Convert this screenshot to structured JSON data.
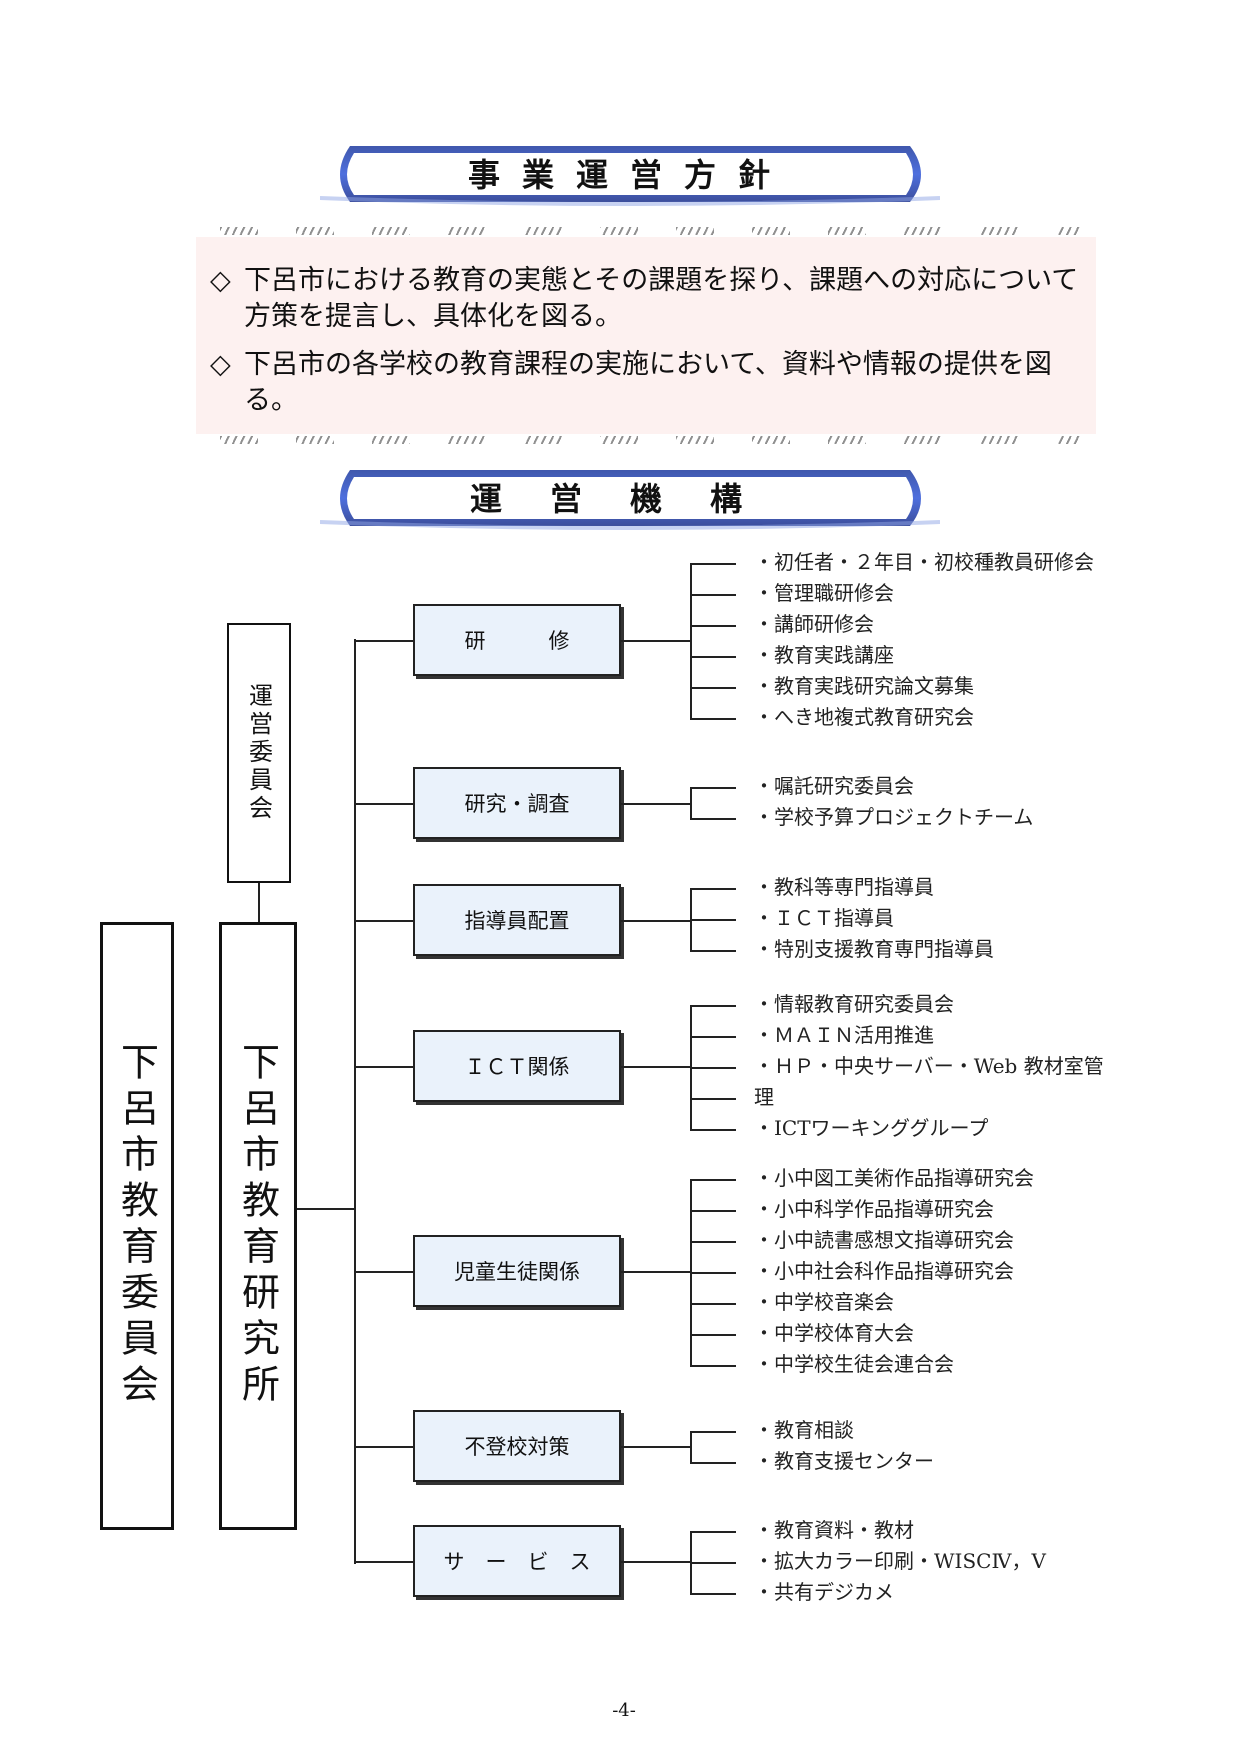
{
  "banners": {
    "policy_title": "事業運営方針",
    "structure_title": "運営機構"
  },
  "policy": {
    "items": [
      {
        "marker": "◇",
        "text": "下呂市における教育の実態とその課題を探り、課題への対応について方策を提言し、具体化を図る。"
      },
      {
        "marker": "◇",
        "text": "下呂市の各学校の教育課程の実施において、資料や情報の提供を図る。"
      }
    ]
  },
  "org": {
    "board": "下呂市教育委員会",
    "institute": "下呂市教育研究所",
    "committee": "運営委員会",
    "categories": [
      {
        "label": "研　　　修",
        "items": [
          "・初任者・２年目・初校種教員研修会",
          "・管理職研修会",
          "・講師研修会",
          "・教育実践講座",
          "・教育実践研究論文募集",
          "・へき地複式教育研究会"
        ]
      },
      {
        "label": "研究・調査",
        "items": [
          "・嘱託研究委員会",
          "・学校予算プロジェクトチーム"
        ]
      },
      {
        "label": "指導員配置",
        "items": [
          "・教科等専門指導員",
          "・ＩＣＴ指導員",
          "・特別支援教育専門指導員"
        ]
      },
      {
        "label": "ＩＣＴ関係",
        "items": [
          "・情報教育研究委員会",
          "・ＭＡＩＮ活用推進",
          "・ＨＰ・中央サーバー・Web 教材室管",
          "理",
          "・ICTワーキンググループ"
        ]
      },
      {
        "label": "児童生徒関係",
        "items": [
          "・小中図工美術作品指導研究会",
          "・小中科学作品指導研究会",
          "・小中読書感想文指導研究会",
          "・小中社会科作品指導研究会",
          "・中学校音楽会",
          "・中学校体育大会",
          "・中学校生徒会連合会"
        ]
      },
      {
        "label": "不登校対策",
        "items": [
          "・教育相談",
          "・教育支援センター"
        ]
      },
      {
        "label": "サ　ー　ビ　ス",
        "items": [
          "・教育資料・教材",
          "・拡大カラー印刷・WISCⅣ，Ⅴ",
          "・共有デジカメ"
        ]
      }
    ]
  },
  "footer": {
    "page": "-4-"
  }
}
